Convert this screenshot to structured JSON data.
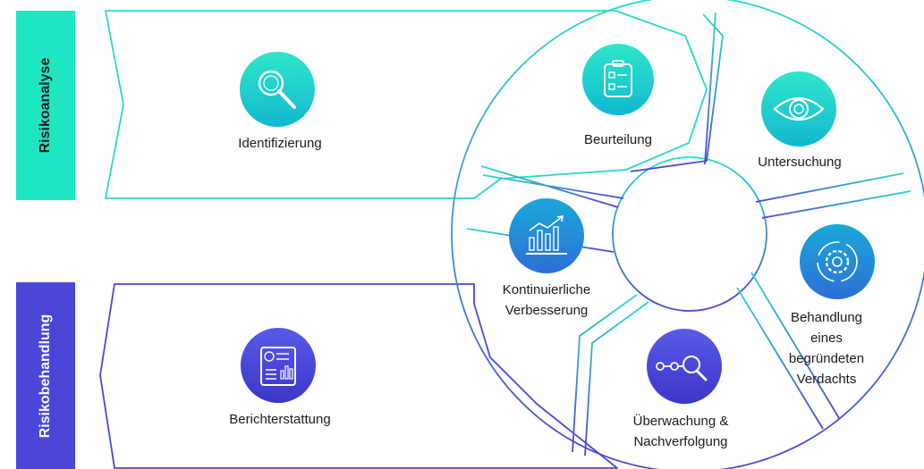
{
  "sidebar": {
    "top_label": "Risikoanalyse",
    "bottom_label": "Risikobehandlung"
  },
  "steps": {
    "identifizierung": "Identifizierung",
    "beurteilung": "Beurteilung",
    "untersuchung": "Untersuchung",
    "behandlung": [
      "Behandlung",
      "eines",
      "begründeten",
      "Verdachts"
    ],
    "ueberwachung": [
      "Überwachung &",
      "Nachverfolgung"
    ],
    "verbesserung": [
      "Kontinuierliche",
      "Verbesserung"
    ],
    "berichterstattung": "Berichterstattung"
  },
  "icons": {
    "identifizierung": "magnifier-icon",
    "beurteilung": "checklist-icon",
    "untersuchung": "eye-icon",
    "behandlung": "gear-cycle-icon",
    "ueberwachung": "tracking-search-icon",
    "verbesserung": "growth-chart-icon",
    "berichterstattung": "report-icon"
  },
  "colors": {
    "analysis": "#1ee6c3",
    "treatment": "#4a47d8"
  }
}
